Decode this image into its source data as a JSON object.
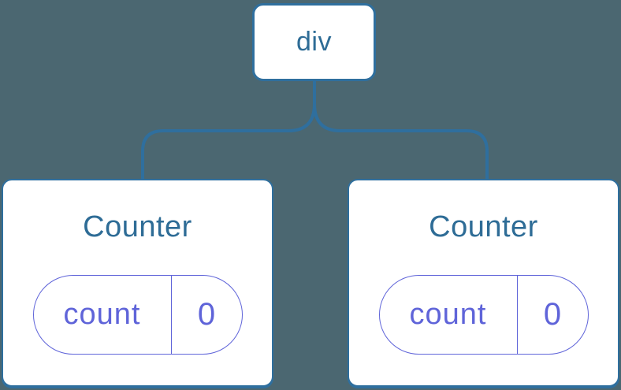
{
  "diagram": {
    "root": {
      "label": "div"
    },
    "children": [
      {
        "title": "Counter",
        "state": {
          "key": "count",
          "value": "0"
        }
      },
      {
        "title": "Counter",
        "state": {
          "key": "count",
          "value": "0"
        }
      }
    ]
  },
  "colors": {
    "background": "#4B6771",
    "node_blue": "#2F6F9E",
    "text_blue": "#2E6C96",
    "state_purple": "#5F64D9",
    "card_background": "#FFFFFF"
  }
}
